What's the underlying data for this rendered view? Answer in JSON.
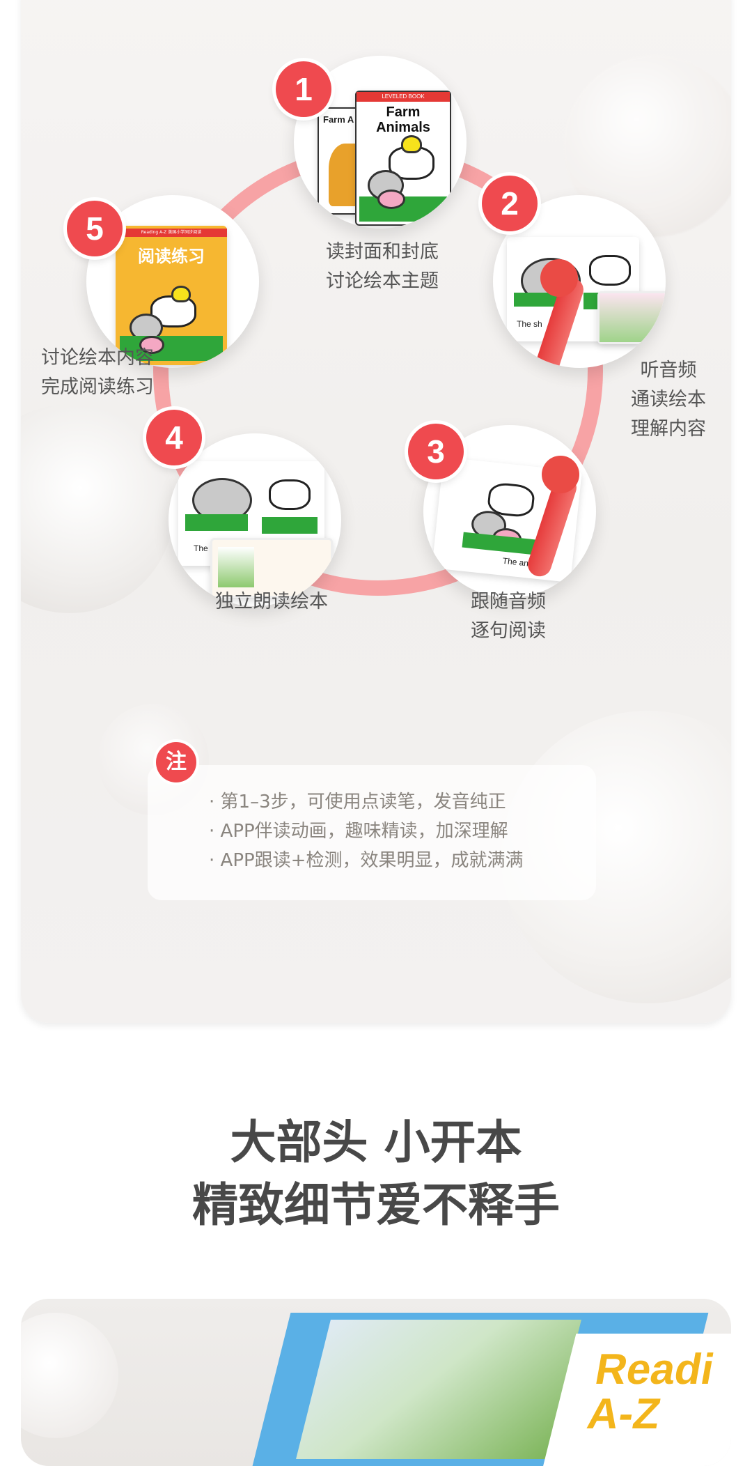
{
  "steps": [
    {
      "number": "1",
      "label_lines": [
        "读封面和封底",
        "讨论绘本主题"
      ],
      "book_title": "Farm Animals",
      "book_series": "LEVELED BOOK",
      "back_book_title": "Farm A"
    },
    {
      "number": "2",
      "label_lines": [
        "听音频",
        "通读绘本",
        "理解内容"
      ],
      "caption": "The sh"
    },
    {
      "number": "3",
      "label_lines": [
        "跟随音频",
        "逐句阅读"
      ],
      "caption": "The animals"
    },
    {
      "number": "4",
      "label_lines": [
        "独立朗读绘本"
      ],
      "caption": "The sh"
    },
    {
      "number": "5",
      "label_lines": [
        "讨论绘本内容",
        "完成阅读练习"
      ],
      "book_title": "阅读练习",
      "book_series": "Reading A-Z 美国小学同步阅读"
    }
  ],
  "note": {
    "badge": "注",
    "items": [
      "第1–3步，可使用点读笔，发音纯正",
      "APP伴读动画，趣味精读，加深理解",
      "APP跟读+检测，效果明显，成就满满"
    ]
  },
  "headline": {
    "line1": "大部头 小开本",
    "line2": "精致细节爱不释手"
  },
  "bottom_product": {
    "title": "Readi",
    "subtitle": "A-Z"
  },
  "colors": {
    "accent": "#ef4a4f",
    "ring": "#f7a3a5",
    "text": "#555555",
    "headline": "#484848"
  }
}
